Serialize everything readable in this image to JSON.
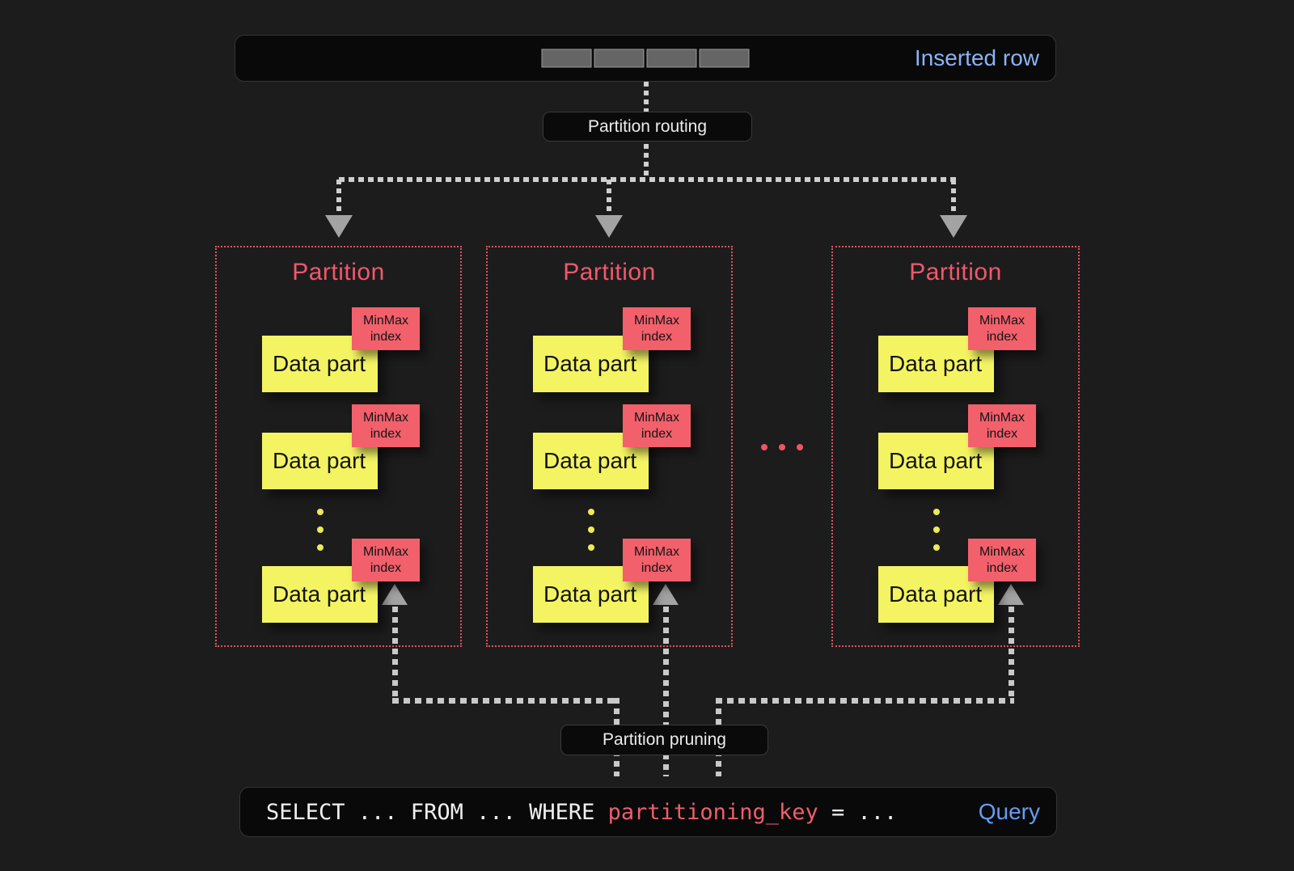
{
  "inserted_row_bar": {
    "label": "Inserted row",
    "segment_count": 4
  },
  "routing": {
    "label": "Partition routing"
  },
  "pruning": {
    "label": "Partition pruning"
  },
  "partitions": [
    {
      "title": "Partition",
      "parts": [
        {
          "label": "Data part",
          "tag": "MinMax index"
        },
        {
          "label": "Data part",
          "tag": "MinMax index"
        },
        {
          "label": "Data part",
          "tag": "MinMax index"
        }
      ]
    },
    {
      "title": "Partition",
      "parts": [
        {
          "label": "Data part",
          "tag": "MinMax index"
        },
        {
          "label": "Data part",
          "tag": "MinMax index"
        },
        {
          "label": "Data part",
          "tag": "MinMax index"
        }
      ]
    },
    {
      "title": "Partition",
      "parts": [
        {
          "label": "Data part",
          "tag": "MinMax index"
        },
        {
          "label": "Data part",
          "tag": "MinMax index"
        },
        {
          "label": "Data part",
          "tag": "MinMax index"
        }
      ]
    }
  ],
  "query_bar": {
    "sql_prefix": "SELECT ... FROM ... WHERE ",
    "key": "partitioning_key",
    "sql_suffix": " = ...",
    "label": "Query"
  },
  "colors": {
    "background": "#1c1c1d",
    "bar_fill": "#09090a",
    "partition_border": "#e0525e",
    "partition_title": "#f2586a",
    "data_part_fill": "#f4f463",
    "minmax_fill": "#f2606c",
    "inserted_row_text": "#8ab4f3",
    "query_text": "#639ef2",
    "sql_key_text": "#ee5f6a",
    "connector_gray": "#c9c9c9"
  }
}
